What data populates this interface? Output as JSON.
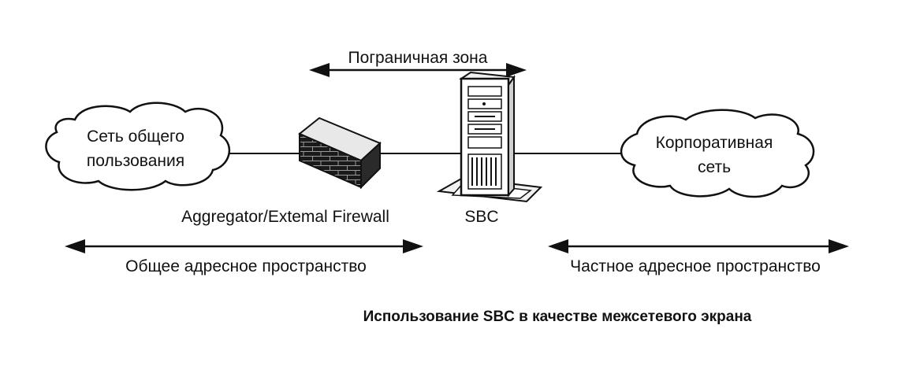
{
  "border_zone_label": "Пограничная зона",
  "public_network": {
    "line1": "Сеть общего",
    "line2": "пользования"
  },
  "corporate_network": {
    "line1": "Корпоративная",
    "line2": "сеть"
  },
  "firewall_label": "Aggregator/Extemal Firewall",
  "sbc_label": "SBC",
  "public_address_space": "Общее адресное пространство",
  "private_address_space": "Частное адресное пространство",
  "caption": "Использование SBC в качестве межсетевого экрана"
}
